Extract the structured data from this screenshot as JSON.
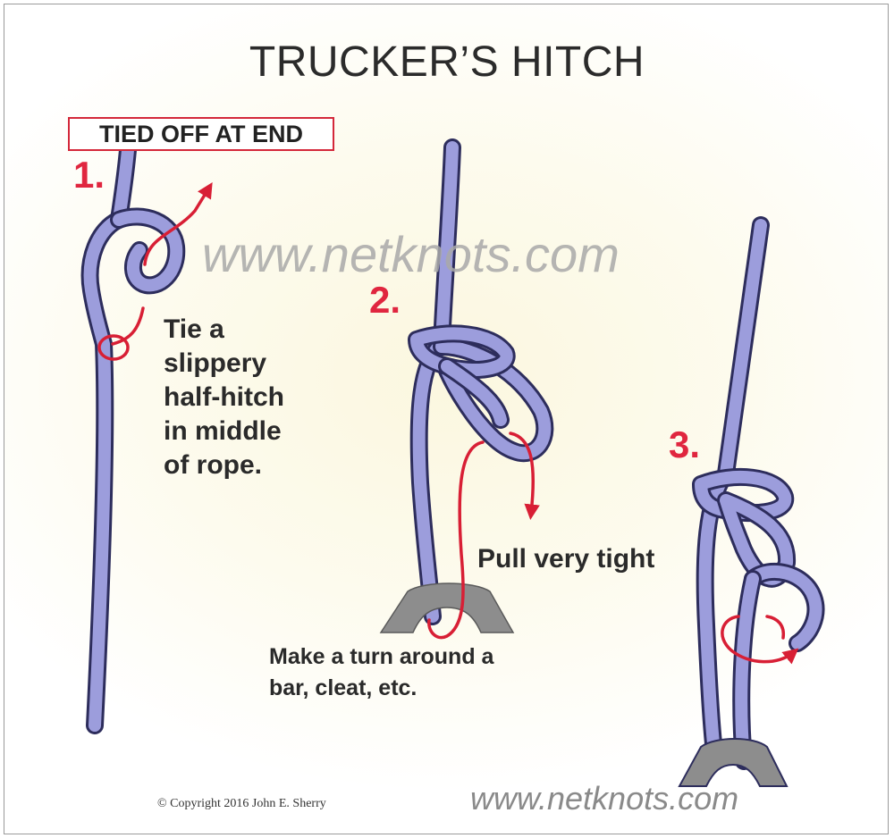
{
  "title": "TRUCKER’S HITCH",
  "label_box": "TIED OFF AT END",
  "steps": {
    "step1": {
      "number": "1.",
      "caption_lines": [
        "Tie a",
        "slippery",
        "half-hitch",
        "in middle",
        "of rope."
      ]
    },
    "step2": {
      "number": "2.",
      "pull_caption": "Pull very tight",
      "turn_caption_lines": [
        "Make a turn around a",
        "bar, cleat, etc."
      ]
    },
    "step3": {
      "number": "3."
    }
  },
  "watermark": "www.netknots.com",
  "footer_url": "www.netknots.com",
  "copyright": "© Copyright  2016  John E. Sherry",
  "colors": {
    "rope_fill": "#9c9ddc",
    "rope_outline": "#2d2d5c",
    "accent_red": "#d81f35",
    "bar_gray": "#8a8a8a",
    "text_dark": "#2a2a2a",
    "watermark_gray": "#a9a9a9"
  }
}
